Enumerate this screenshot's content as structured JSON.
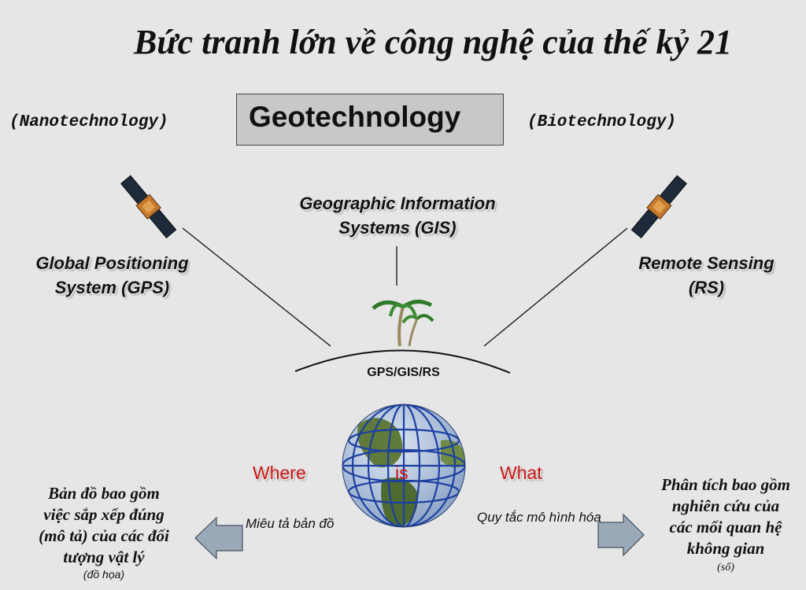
{
  "slide": {
    "title": "Bức tranh lớn về công nghệ của thế kỷ 21",
    "center_box": "Geotechnology",
    "left_tech": "(Nanotechnology)",
    "right_tech": "(Biotechnology)",
    "gis": {
      "line1": "Geographic Information",
      "line2": "Systems (GIS)"
    },
    "gps": {
      "line1": "Global Positioning",
      "line2": "System (GPS)"
    },
    "rs": {
      "line1": "Remote Sensing",
      "line2": "(RS)"
    },
    "arc_label": "GPS/GIS/RS",
    "where": "Where",
    "is": "is",
    "what": "What",
    "left_caption": "Miêu tả bản đồ",
    "right_caption": "Quy tắc mô hình hóa",
    "left_desc": {
      "line1": "Bản đồ bao gồm",
      "line2": "việc sắp xếp đúng",
      "line3": "(mô tả) của các đối",
      "line4": "tượng vật lý",
      "note": "(đồ họa)"
    },
    "right_desc": {
      "line1": "Phân tích bao gồm",
      "line2": "nghiên cứu của",
      "line3": "các mối quan hệ",
      "line4": "không gian",
      "note": "(số)"
    },
    "colors": {
      "background": "#e6e6e6",
      "accent_red": "#cc1111",
      "arrow_fill": "#9aa8b8",
      "box_fill": "#c8c8c8"
    },
    "icons": [
      "satellite-icon",
      "palm-tree-icon",
      "globe-icon",
      "arrow-left-icon",
      "arrow-right-icon"
    ]
  }
}
